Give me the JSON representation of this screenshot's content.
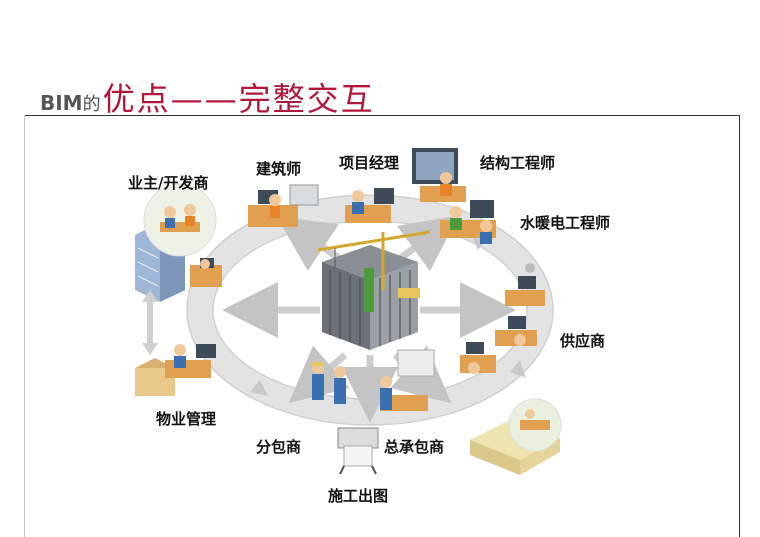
{
  "title": {
    "prefix": "BIM",
    "de": "的",
    "main": "优点——完整交互"
  },
  "roles": {
    "owner": "业主/开发商",
    "architect": "建筑师",
    "project_manager": "项目经理",
    "structural_engineer": "结构工程师",
    "mep_engineer": "水暖电工程师",
    "supplier": "供应商",
    "general_contractor": "总承包商",
    "subcontractor": "分包商",
    "property_management": "物业管理",
    "construction_drawing": "施工出图"
  },
  "colors": {
    "title_accent": "#b0173a",
    "ring": "#d9d9d9",
    "arrow": "#cfcfcf",
    "desk": "#e0a050",
    "screen": "#3c4a5a",
    "shirt_blue": "#3a6fb0",
    "shirt_orange": "#e8832a"
  }
}
